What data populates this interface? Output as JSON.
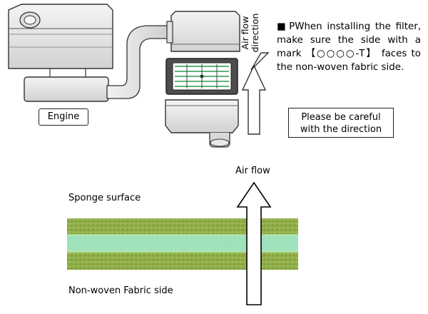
{
  "note": {
    "bullet": "■",
    "text": "PWhen installing the filter, make sure the side with a mark 【○○○○-T】 faces to the non-woven fabric side."
  },
  "labels": {
    "engine": "Engine",
    "air_flow_direction_line1": "Air flow",
    "air_flow_direction_line2": "direction",
    "careful_line1": "Please be careful",
    "careful_line2": "with the direction",
    "air_flow": "Air flow",
    "sponge_surface": "Sponge surface",
    "non_woven_side": "Non-woven Fabric side"
  },
  "colors": {
    "sponge_outer": "#8fb04a",
    "sponge_inner": "#9fe6c6",
    "filter_green": "#3fbf62",
    "filter_frame": "#555555"
  }
}
